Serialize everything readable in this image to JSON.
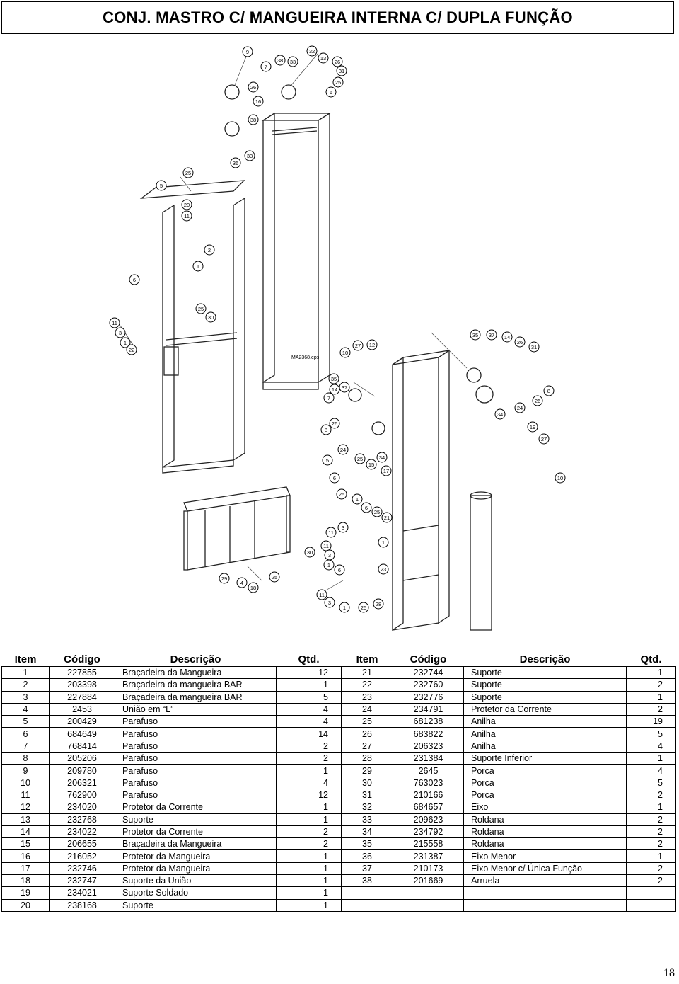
{
  "title": "CONJ. MASTRO C/ MANGUEIRA INTERNA C/ DUPLA FUNÇÃO",
  "drawing_label": "MA2368.eps",
  "page_number": "18",
  "callouts": [
    "9",
    "7",
    "38",
    "33",
    "32",
    "13",
    "26",
    "31",
    "25",
    "6",
    "26",
    "16",
    "38",
    "33",
    "36",
    "5",
    "25",
    "20",
    "11",
    "2",
    "1",
    "6",
    "25",
    "30",
    "11",
    "3",
    "1",
    "22",
    "35",
    "37",
    "14",
    "26",
    "31",
    "10",
    "27",
    "12",
    "8",
    "26",
    "34",
    "24",
    "19",
    "27",
    "10",
    "35",
    "14",
    "37",
    "7",
    "8",
    "26",
    "24",
    "5",
    "25",
    "15",
    "34",
    "17",
    "6",
    "25",
    "1",
    "6",
    "25",
    "21",
    "3",
    "11",
    "1",
    "11",
    "3",
    "1",
    "6",
    "23",
    "11",
    "3",
    "1",
    "25",
    "28",
    "30",
    "29",
    "4",
    "18",
    "25"
  ],
  "table": {
    "headers": [
      "Item",
      "Código",
      "Descrição",
      "Qtd.",
      "Item",
      "Código",
      "Descrição",
      "Qtd."
    ],
    "left": [
      [
        "1",
        "227855",
        "Braçadeira da Mangueira",
        "12"
      ],
      [
        "2",
        "203398",
        "Braçadeira da mangueira BAR",
        "1"
      ],
      [
        "3",
        "227884",
        "Braçadeira da mangueira BAR",
        "5"
      ],
      [
        "4",
        "2453",
        "União em “L”",
        "4"
      ],
      [
        "5",
        "200429",
        "Parafuso",
        "4"
      ],
      [
        "6",
        "684649",
        "Parafuso",
        "14"
      ],
      [
        "7",
        "768414",
        "Parafuso",
        "2"
      ],
      [
        "8",
        "205206",
        "Parafuso",
        "2"
      ],
      [
        "9",
        "209780",
        "Parafuso",
        "1"
      ],
      [
        "10",
        "206321",
        "Parafuso",
        "4"
      ],
      [
        "11",
        "762900",
        "Parafuso",
        "12"
      ],
      [
        "12",
        "234020",
        "Protetor da Corrente",
        "1"
      ],
      [
        "13",
        "232768",
        "Suporte",
        "1"
      ],
      [
        "14",
        "234022",
        "Protetor da Corrente",
        "2"
      ],
      [
        "15",
        "206655",
        "Braçadeira da Mangueira",
        "2"
      ],
      [
        "16",
        "216052",
        "Protetor da Mangueira",
        "1"
      ],
      [
        "17",
        "232746",
        "Protetor da Mangueira",
        "1"
      ],
      [
        "18",
        "232747",
        "Suporte da União",
        "1"
      ],
      [
        "19",
        "234021",
        "Suporte Soldado",
        "1"
      ],
      [
        "20",
        "238168",
        "Suporte",
        "1"
      ]
    ],
    "right": [
      [
        "21",
        "232744",
        "Suporte",
        "1"
      ],
      [
        "22",
        "232760",
        "Suporte",
        "2"
      ],
      [
        "23",
        "232776",
        "Suporte",
        "1"
      ],
      [
        "24",
        "234791",
        "Protetor da Corrente",
        "2"
      ],
      [
        "25",
        "681238",
        "Anilha",
        "19"
      ],
      [
        "26",
        "683822",
        "Anilha",
        "5"
      ],
      [
        "27",
        "206323",
        "Anilha",
        "4"
      ],
      [
        "28",
        "231384",
        "Suporte Inferior",
        "1"
      ],
      [
        "29",
        "2645",
        "Porca",
        "4"
      ],
      [
        "30",
        "763023",
        "Porca",
        "5"
      ],
      [
        "31",
        "210166",
        "Porca",
        "2"
      ],
      [
        "32",
        "684657",
        "Eixo",
        "1"
      ],
      [
        "33",
        "209623",
        "Roldana",
        "2"
      ],
      [
        "34",
        "234792",
        "Roldana",
        "2"
      ],
      [
        "35",
        "215558",
        "Roldana",
        "2"
      ],
      [
        "36",
        "231387",
        "Eixo Menor",
        "1"
      ],
      [
        "37",
        "210173",
        "Eixo Menor c/ Única Função",
        "2"
      ],
      [
        "38",
        "201669",
        "Arruela",
        "2"
      ]
    ]
  }
}
